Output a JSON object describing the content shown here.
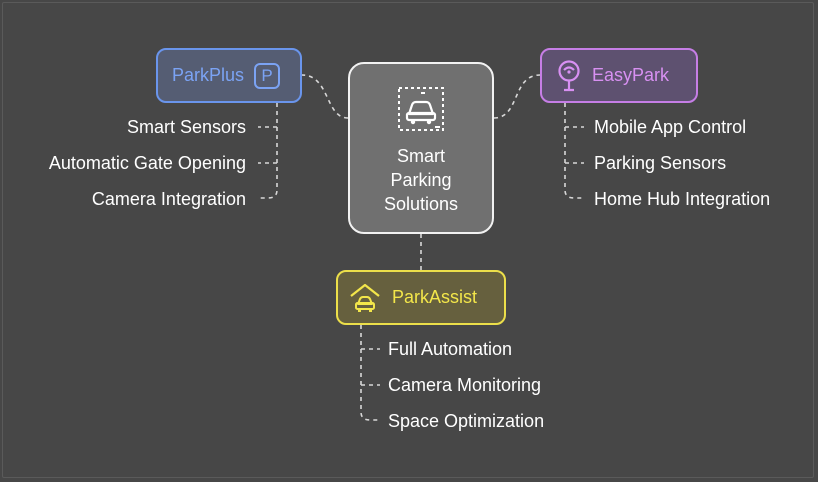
{
  "center": {
    "title": "Smart Parking Solutions",
    "icon": "car-selection-icon"
  },
  "parkplus": {
    "title": "ParkPlus",
    "badge": "P",
    "color": "#7ba3f4",
    "items": [
      "Smart Sensors",
      "Automatic Gate Opening",
      "Camera Integration"
    ]
  },
  "easypark": {
    "title": "EasyPark",
    "icon": "parking-meter-icon",
    "color": "#d890f2",
    "items": [
      "Mobile App Control",
      "Parking Sensors",
      "Home Hub Integration"
    ]
  },
  "parkassist": {
    "title": "ParkAssist",
    "icon": "car-garage-icon",
    "color": "#f3e64a",
    "items": [
      "Full Automation",
      "Camera Monitoring",
      "Space Optimization"
    ]
  }
}
